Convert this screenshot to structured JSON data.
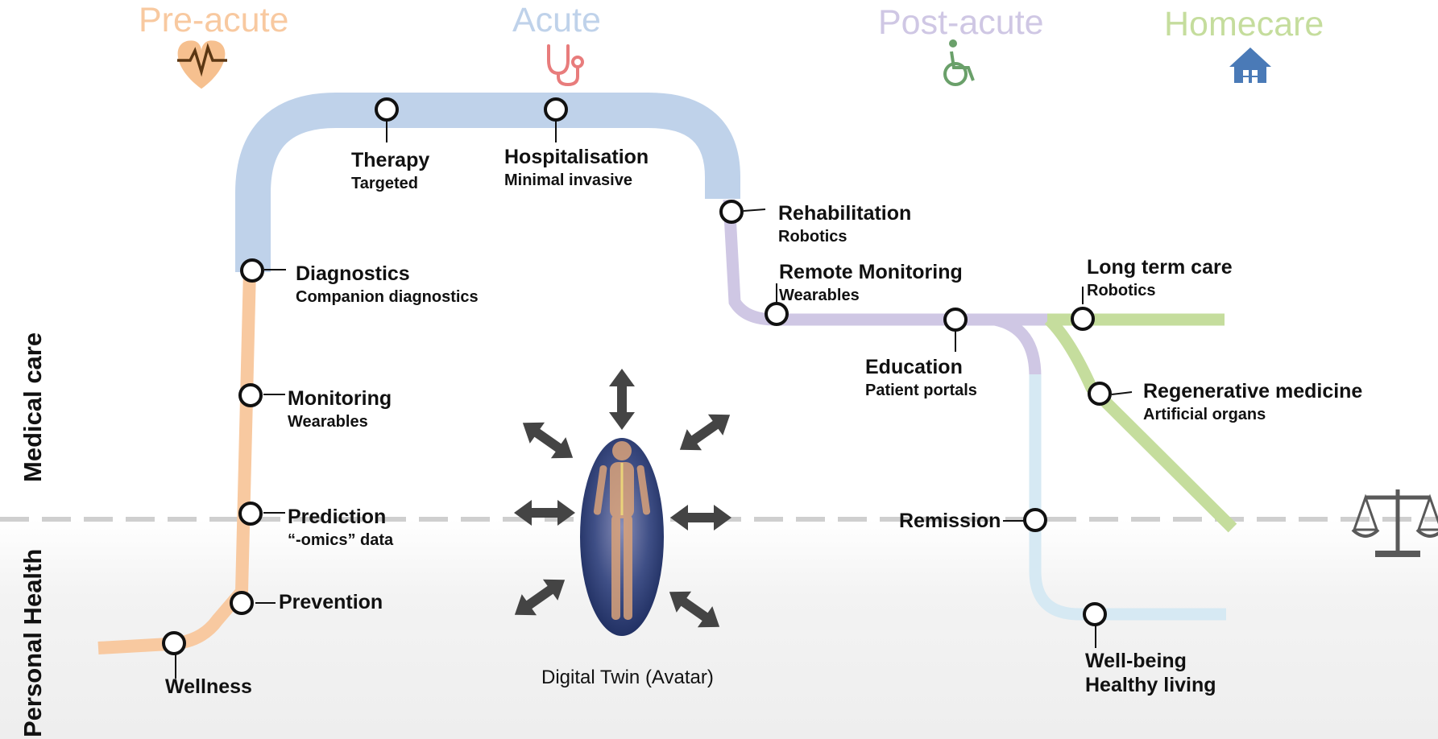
{
  "phases": {
    "preacute": "Pre-acute",
    "acute": "Acute",
    "postacute": "Post-acute",
    "homecare": "Homecare"
  },
  "colors": {
    "preacute": "#f8c9a0",
    "acute": "#bfd2ea",
    "postacute": "#cfc7e4",
    "homecare": "#c5dd9d",
    "remission_track": "#d6e9f3",
    "heart_icon": "#f6c08f",
    "stethoscope_icon": "#e87c7c",
    "wheelchair_icon": "#6aa06a",
    "home_icon": "#4a7ab7",
    "scale_icon": "#595959"
  },
  "stations": {
    "therapy": {
      "title": "Therapy",
      "sub": "Targeted"
    },
    "hospitalisation": {
      "title": "Hospitalisation",
      "sub": "Minimal invasive"
    },
    "rehabilitation": {
      "title": "Rehabilitation",
      "sub": "Robotics"
    },
    "remote_monitoring": {
      "title": "Remote Monitoring",
      "sub": "Wearables"
    },
    "long_term_care": {
      "title": "Long term care",
      "sub": "Robotics"
    },
    "diagnostics": {
      "title": "Diagnostics",
      "sub": "Companion diagnostics"
    },
    "education": {
      "title": "Education",
      "sub": "Patient portals"
    },
    "regenerative_medicine": {
      "title": "Regenerative medicine",
      "sub": "Artificial organs"
    },
    "monitoring": {
      "title": "Monitoring",
      "sub": "Wearables"
    },
    "prediction": {
      "title": "Prediction",
      "sub": "“-omics” data"
    },
    "remission": {
      "title": "Remission"
    },
    "prevention": {
      "title": "Prevention"
    },
    "wellness": {
      "title": "Wellness"
    },
    "well_being": {
      "title": "Well-being",
      "sub": "Healthy living"
    }
  },
  "side_labels": {
    "medical_care": "Medical care",
    "personal_health": "Personal Health"
  },
  "digital_twin": "Digital Twin (Avatar)",
  "icons": [
    "heart-pulse-icon",
    "stethoscope-icon",
    "wheelchair-icon",
    "home-icon",
    "scale-icon",
    "human-body-icon",
    "arrow-icon"
  ]
}
